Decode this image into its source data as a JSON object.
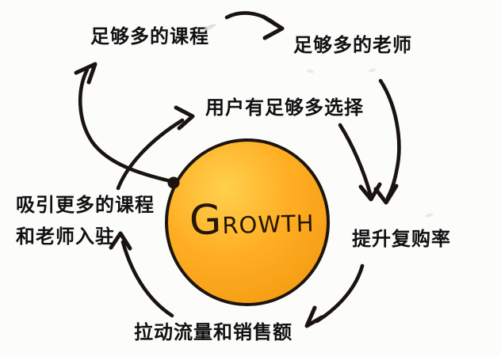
{
  "diagram": {
    "type": "flywheel",
    "center": {
      "label": "GROWTH"
    },
    "nodes": [
      {
        "id": "courses",
        "text": "足够多的课程"
      },
      {
        "id": "teachers",
        "text": "足够多的老师"
      },
      {
        "id": "choices",
        "text": "用户有足够多选择"
      },
      {
        "id": "attract",
        "text": "吸引更多的课程和老师入驻",
        "line1": "吸引更多的课程",
        "line2": "和老师入驻"
      },
      {
        "id": "repurchase",
        "text": "提升复购率"
      },
      {
        "id": "sales",
        "text": "拉动流量和销售额"
      }
    ],
    "edges": [
      {
        "from": "足够多的课程",
        "to": "足够多的老师"
      },
      {
        "from": "足够多的老师",
        "to": "提升复购率"
      },
      {
        "from": "用户有足够多选择",
        "to": "提升复购率"
      },
      {
        "from": "提升复购率",
        "to": "拉动流量和销售额"
      },
      {
        "from": "拉动流量和销售额",
        "to": "吸引更多的课程和老师入驻"
      },
      {
        "from": "吸引更多的课程和老师入驻",
        "to": "用户有足够多选择"
      },
      {
        "from": "GROWTH",
        "to": "足够多的课程"
      }
    ],
    "colors": {
      "background": "#fcfcfa",
      "ink": "#191410",
      "text_ink": "#111111",
      "circle_light": "#ffd04e",
      "circle_mid": "#ffae24",
      "circle_deep": "#f2990f",
      "outline": "#1c150e"
    }
  }
}
